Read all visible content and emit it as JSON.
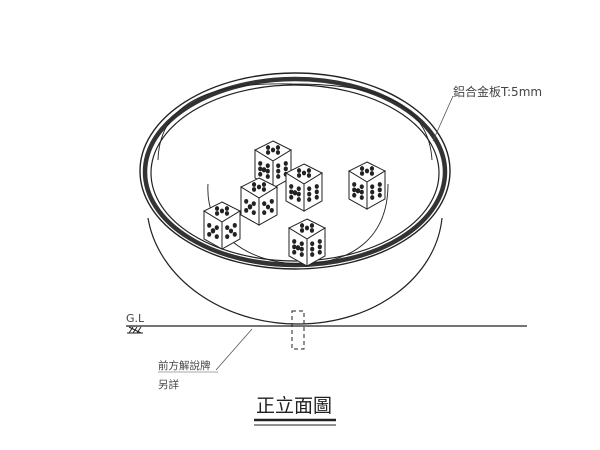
{
  "annotations": {
    "material": "鋁合金板T:5mm",
    "ground_level": "G.L",
    "sign_note_line1": "前方解說牌",
    "sign_note_line2": "另詳"
  },
  "title": "正立面圖",
  "dice": [
    {
      "face": 6
    },
    {
      "face": 5
    },
    {
      "face": 6
    },
    {
      "face": 6
    },
    {
      "face": 5
    },
    {
      "face": 6
    }
  ]
}
